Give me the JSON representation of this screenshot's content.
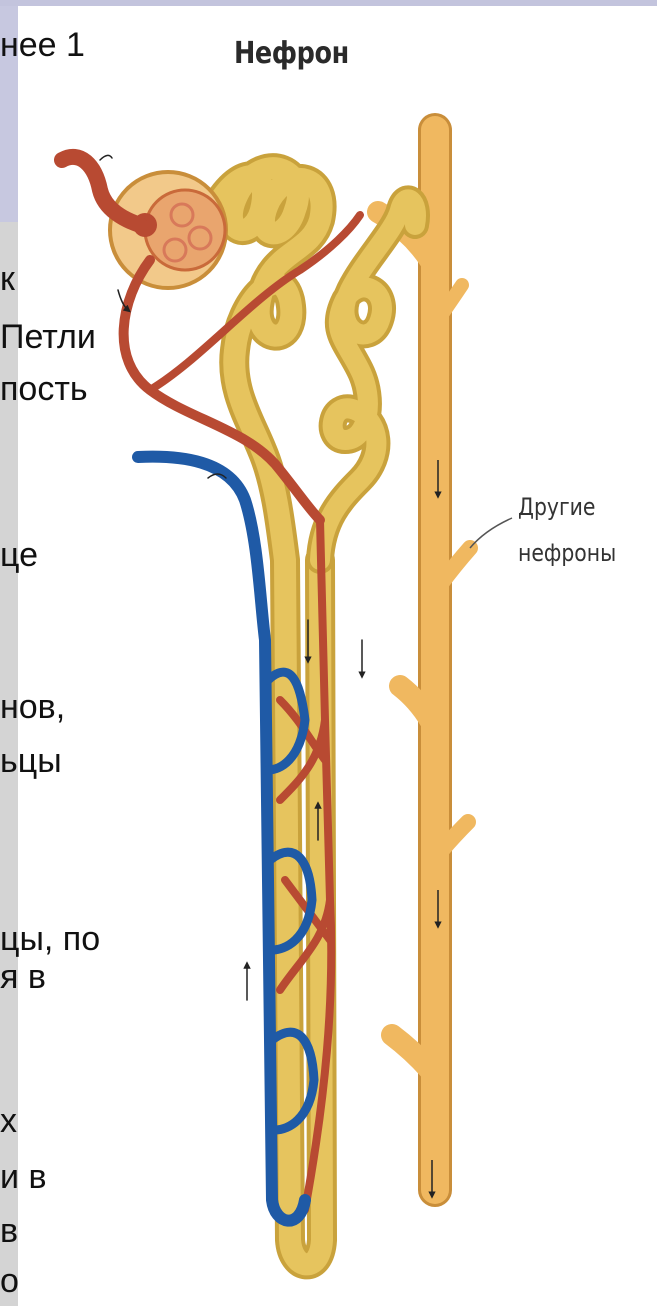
{
  "diagram": {
    "title": "Нефрон",
    "callout_line1": "Другие",
    "callout_line2": "нефроны"
  },
  "slide_fragments": [
    "нее 1",
    "к",
    "Петли",
    "пость",
    "це",
    "нов,",
    "ьцы",
    "цы, по",
    "я в",
    "х",
    "и в",
    "в",
    "о"
  ],
  "colors": {
    "tubule": "#e6c45e",
    "collecting_duct": "#f0b860",
    "artery": "#b84a32",
    "vein": "#1f5aa6",
    "panel_header": "#c7c8e0",
    "panel_body": "#d4d4d4"
  }
}
